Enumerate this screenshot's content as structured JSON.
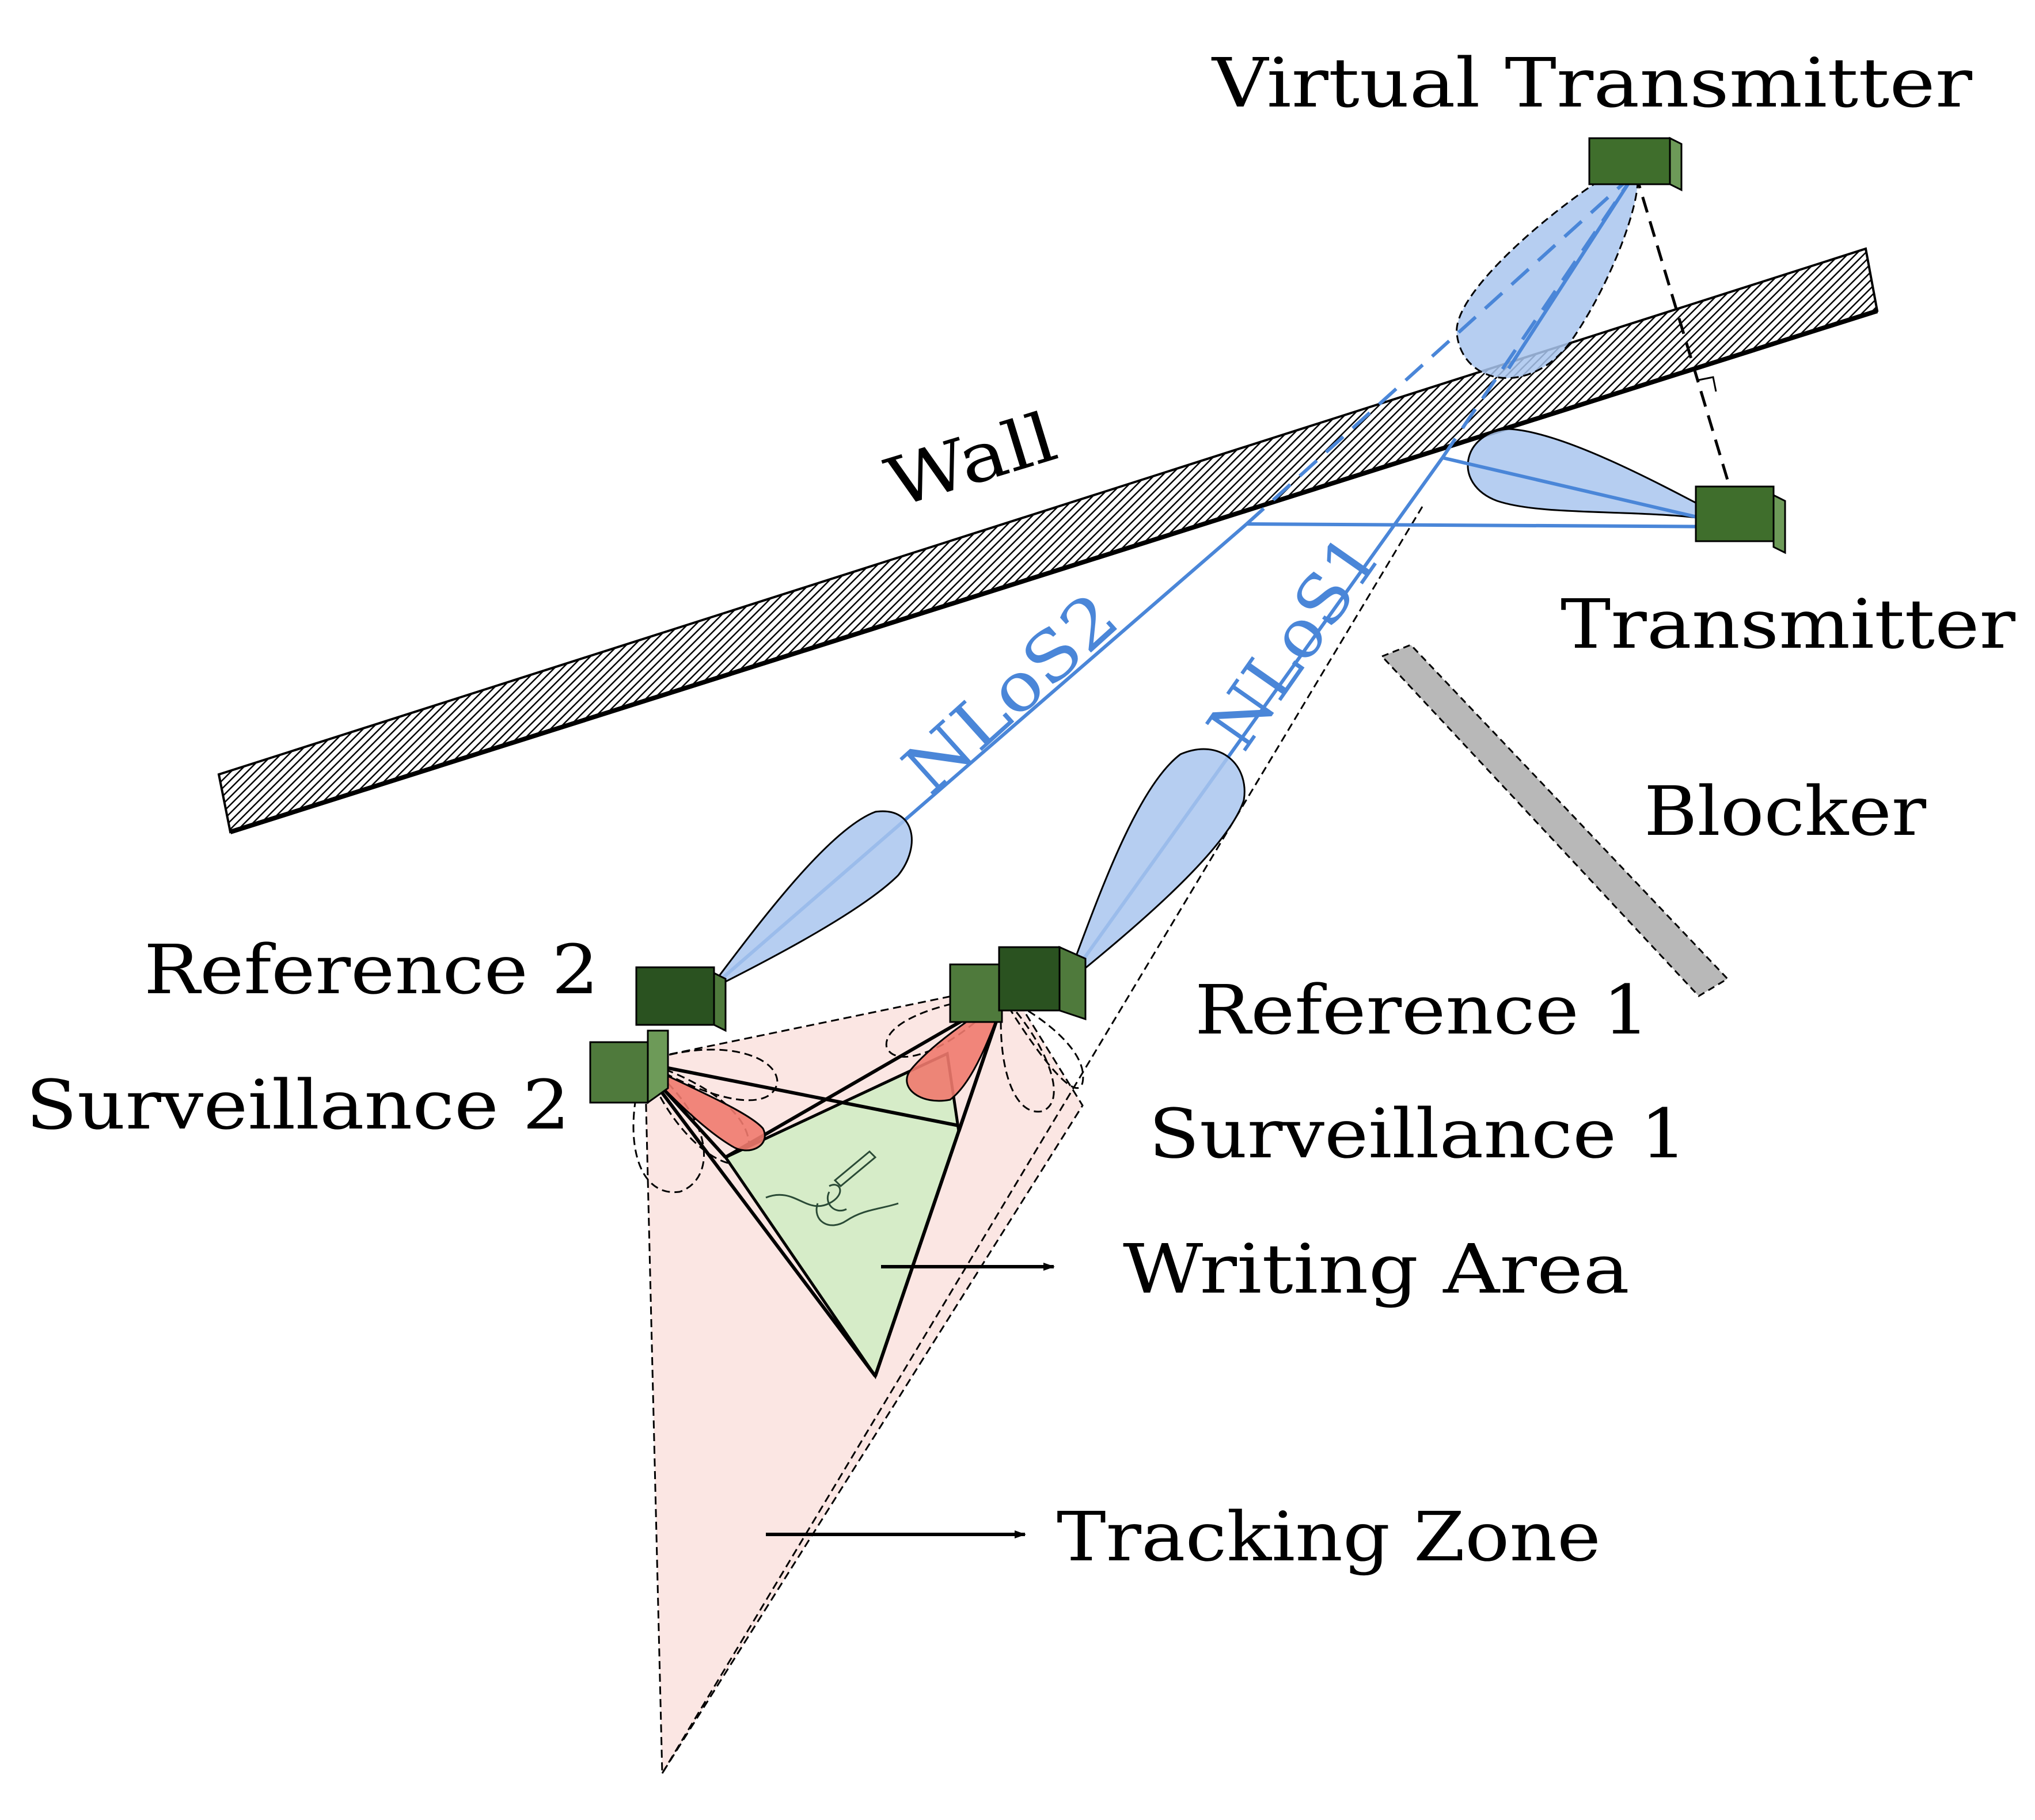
{
  "labels": {
    "virtual_transmitter": "Virtual Transmitter",
    "transmitter": "Transmitter",
    "wall": "Wall",
    "blocker": "Blocker",
    "nlos1": "NLoS1",
    "nlos2": "NLoS2",
    "reference1": "Reference 1",
    "reference2": "Reference 2",
    "surveillance1": "Surveillance 1",
    "surveillance2": "Surveillance 2",
    "writing_area": "Writing Area",
    "tracking_zone": "Tracking Zone"
  },
  "colors": {
    "signal_blue": "#4a86d8",
    "beam_fill": "#a9c6ef",
    "surveillance_beam_fill": "#f07a6e",
    "antenna_green": "#3f6e2c",
    "antenna_dark_green": "#2a5220",
    "writing_area_fill": "#d6ecc8",
    "tracking_zone_fill": "#fbe6e3",
    "blocker_fill": "#b8b8b8"
  }
}
